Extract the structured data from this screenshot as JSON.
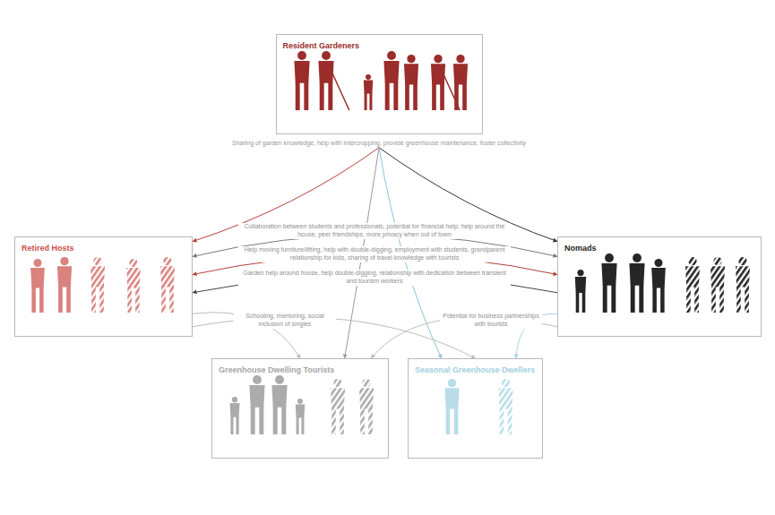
{
  "diagram": {
    "nodes": [
      {
        "text": [
          "Resident Gardeners",
          "Sharing of garden knowledge, help with intercropping, provide greenhouse maintenance, foster collectivity"
        ]
      },
      {
        "text": [
          "Retired Hosts"
        ]
      },
      {
        "text": [
          "Nomads"
        ]
      },
      {
        "text": [
          "Greenhouse Dwelling Tourists"
        ]
      },
      {
        "text": [
          "Seasonal Greenhouse Dwellers"
        ]
      }
    ],
    "edges": [
      {
        "from": 0,
        "to": 1,
        "arrow": "to"
      },
      {
        "from": 0,
        "to": 2,
        "arrow": "to"
      },
      {
        "from": 0,
        "to": 3,
        "arrow": "to"
      },
      {
        "from": 0,
        "to": 4,
        "arrow": "to"
      },
      {
        "from": 1,
        "to": 2,
        "arrow": "both",
        "label": "Collaboration between students and professionals, potential for financial help, help around the house, peer friendships, more privacy when out of town"
      },
      {
        "from": 1,
        "to": 2,
        "arrow": "both",
        "label": "Help moving furniture/lifting, help with double-digging, employment with students, grandparent relationship for kids, sharing of travel knowledge with tourists"
      },
      {
        "from": 2,
        "to": 1,
        "arrow": "to",
        "label": "Garden help around house, help double-digging, relationship with dedication between transient and tourism workers"
      },
      {
        "from": 1,
        "to": 3,
        "arrow": "to",
        "label": "Schooling, mentoring, social inclusion of singles"
      },
      {
        "from": 1,
        "to": 4,
        "arrow": "to"
      },
      {
        "from": 2,
        "to": 3,
        "arrow": "to"
      },
      {
        "from": 2,
        "to": 4,
        "arrow": "to",
        "label": "Potential for business partnerships with tourists"
      }
    ]
  }
}
